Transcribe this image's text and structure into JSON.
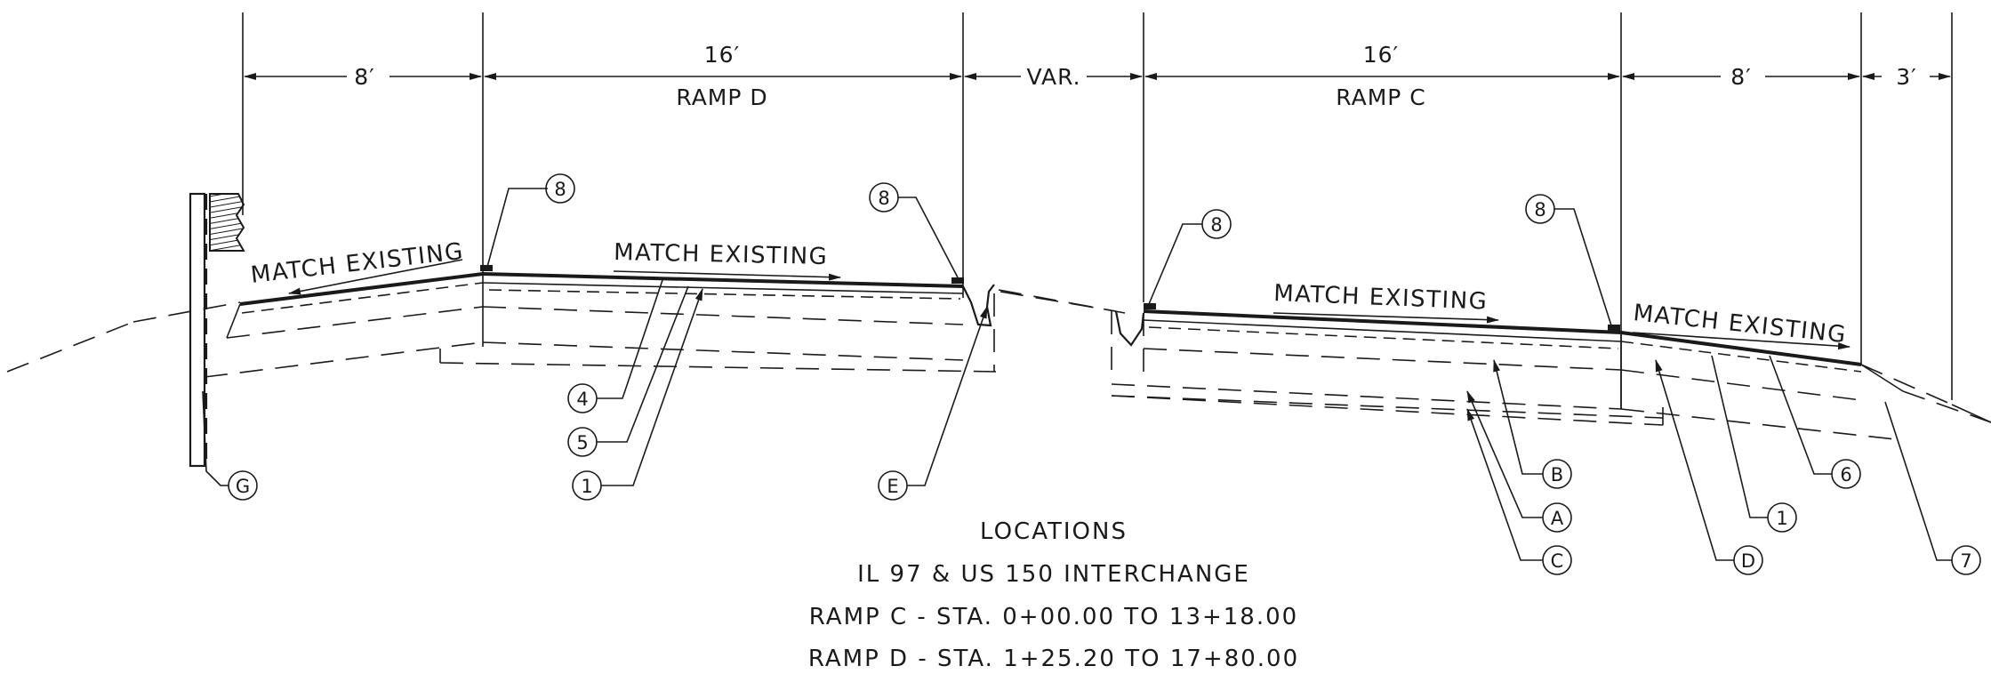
{
  "dimensions": {
    "left_shoulder": "8′",
    "ramp_d_width": "16′",
    "ramp_d_label": "RAMP D",
    "median": "VAR.",
    "ramp_c_width": "16′",
    "ramp_c_label": "RAMP C",
    "right_shoulder": "8′",
    "outer": "3′"
  },
  "notes": {
    "match_left_shoulder": "MATCH EXISTING",
    "match_ramp_d": "MATCH EXISTING",
    "match_ramp_c": "MATCH EXISTING",
    "match_right_shoulder": "MATCH EXISTING"
  },
  "callouts": {
    "c8a": "8",
    "c8b": "8",
    "c8c": "8",
    "c8d": "8",
    "c4": "4",
    "c5": "5",
    "c1a": "1",
    "c1b": "1",
    "cG": "G",
    "cE": "E",
    "cB": "B",
    "cA": "A",
    "cC": "C",
    "cD": "D",
    "c6": "6",
    "c7": "7"
  },
  "locations": {
    "heading": "LOCATIONS",
    "line1": "IL 97 & US 150 INTERCHANGE",
    "line2": "RAMP C - STA. 0+00.00 TO 13+18.00",
    "line3": "RAMP D - STA. 1+25.20 TO 17+80.00"
  }
}
